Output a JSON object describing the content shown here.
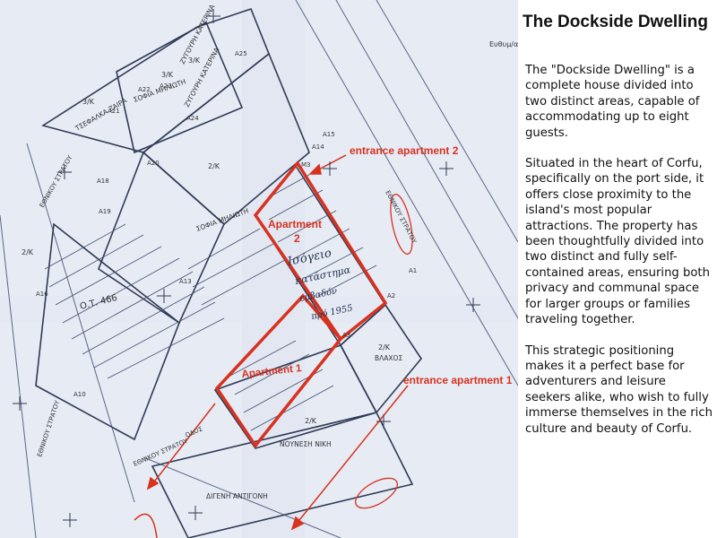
{
  "title": "The Dockside Dwelling",
  "paragraphs": [
    "The \"Dockside Dwelling\" is a complete house divided into two distinct areas, capable of accommodating up to eight guests.",
    "Situated in the heart of Corfu, specifically on the port side, it offers close proximity to the island's most popular attractions. The property has been thoughtfully divided into two distinct and fully self-contained areas, ensuring both privacy and communal space for larger groups or families traveling together.",
    "This strategic positioning makes it a perfect base for adventurers and leisure seekers alike, who wish to fully immerse themselves in the rich culture and beauty of Corfu."
  ],
  "plan": {
    "entrance_2": "entrance apartment 2",
    "entrance_1": "entrance apartment 1",
    "apartment_2_line1": "Apartment",
    "apartment_2_line2": "2",
    "apartment_1": "Apartment 1",
    "ot_label": "Ο.Τ. 466",
    "parcels": [
      "3/Κ",
      "3/Κ",
      "3/Κ",
      "2/Κ",
      "2/Κ",
      "2/Κ",
      "2/Κ"
    ],
    "owners": [
      "ΣΟΦΙΑ ΜΗΛΙΩΤΗ",
      "ΣΟΦΙΑ ΜΗΛΙΩΤΗ",
      "ΖΥΓΟΥΡΗ ΚΑΤΕΡΙΝΑ",
      "ΖΥΓΟΥΡΗ ΚΑΤΕΡΙΝΑ",
      "ΤΣΕΦΑΛΚΑ ΖΑΙΡΑ",
      "ΝΟΥΝΕΣΗ ΝΙΚΗ",
      "ΔΙΓΕΝΗ ΑΝΤΙΓΟΝΗ",
      "ΒΛΑΧΟΣ"
    ],
    "streets": [
      "ΕΘΝΙΚΟΥ ΣΤΡΑΤΟΥ",
      "ΕΘΝΙΚΟΥ ΣΤΡΑΤΟΥ",
      "ΕΘΝΙΚΟΥ ΣΤΡΑΤΟΥ",
      "ΕΘΝΙΚΟΥ ΣΤΡΑΤΟΥ",
      "ΟΔΟΣ"
    ],
    "handwritten": [
      "Ισόγειο",
      "κατάστημα",
      "εμβαδόν",
      "πρό 1955"
    ],
    "corner_text": "Ευθυμ/ας",
    "markers": [
      "M3",
      "A15",
      "A14",
      "A1",
      "A2",
      "A3",
      "A13",
      "A16",
      "A18",
      "A19",
      "A20",
      "A21",
      "A22",
      "A23",
      "A24",
      "A25",
      "A10"
    ]
  },
  "colors": {
    "accent_red": "#d8321f",
    "ink": "#33415e"
  }
}
